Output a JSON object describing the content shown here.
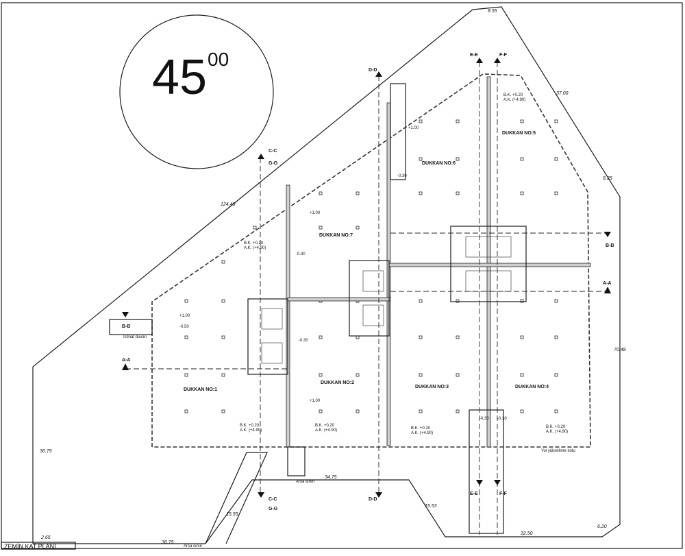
{
  "drawing": {
    "scale_badge": {
      "main": "45",
      "super": "00"
    },
    "title": "ZEMİN KAT PLANI",
    "shops": [
      {
        "id": "dukkan-1",
        "label": "DUKKAN NO:1"
      },
      {
        "id": "dukkan-2",
        "label": "DUKKAN NO:2"
      },
      {
        "id": "dukkan-3",
        "label": "DUKKAN NO:3"
      },
      {
        "id": "dukkan-4",
        "label": "DUKKAN NO:4"
      },
      {
        "id": "dukkan-5",
        "label": "DUKKAN NO:5"
      },
      {
        "id": "dukkan-6",
        "label": "DUKKAN NO:6"
      },
      {
        "id": "dukkan-7",
        "label": "DUKKAN NO:7"
      }
    ],
    "dimensions": {
      "top": "8.55",
      "diagonal_right": "37.00",
      "right_upper": "8.25",
      "right": "70.48",
      "bottom_right": "6.20",
      "bottom_mid": "32.50",
      "bottom_slant": "15.53",
      "bottom_left_slant": "15.55",
      "bottom_center": "34.75",
      "bottom_left": "36.75",
      "left": "36.79",
      "left_corner": "2.65",
      "diagonal_left": "124.40"
    },
    "sections": {
      "aa": "A-A",
      "bb": "B-B",
      "cc": "C-C",
      "dd": "D-D",
      "ee": "E-E",
      "ff": "F-F",
      "gg": "G-G"
    },
    "notes": {
      "retaining_wall": "İstinat duvarı",
      "plot_limit": "Arsa sınırı",
      "road_edge": "Yol yükseltme kotu",
      "bk": "B.K. +0.20",
      "ak": "A.K. (+4.90)",
      "level_100": "+1.00",
      "level_030": "-0.30",
      "level_050": "-0.50"
    }
  }
}
